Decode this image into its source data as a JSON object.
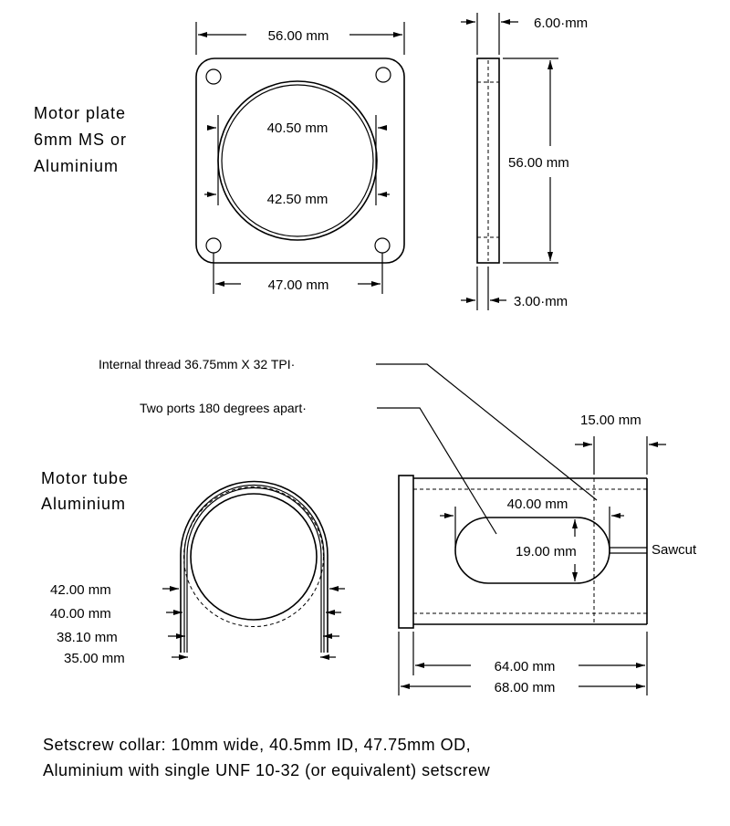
{
  "motor_plate": {
    "label_lines": [
      "Motor plate",
      "6mm MS or",
      "Aluminium"
    ],
    "width": "56.00 mm",
    "inner_diameter": "40.50 mm",
    "outer_diameter": "42.50 mm",
    "hole_spacing": "47.00 mm",
    "thickness": "6.00·mm",
    "height": "56.00 mm",
    "recess": "3.00·mm"
  },
  "motor_tube": {
    "label_lines": [
      "Motor tube",
      "Aluminium"
    ],
    "thread_note": "Internal thread 36.75mm X 32 TPI·",
    "ports_note": "Two ports 180 degrees apart·",
    "thread_length": "15.00 mm",
    "slot_length": "40.00 mm",
    "slot_width": "19.00 mm",
    "sawcut": "Sawcut",
    "length_inner": "64.00 mm",
    "length_total": "68.00 mm",
    "diameters": [
      "42.00 mm",
      "40.00 mm",
      "38.10 mm",
      "35.00 mm"
    ]
  },
  "footer": {
    "lines": [
      "Setscrew collar: 10mm wide, 40.5mm ID, 47.75mm OD,",
      "Aluminium with single UNF 10-32 (or equivalent) setscrew"
    ]
  }
}
